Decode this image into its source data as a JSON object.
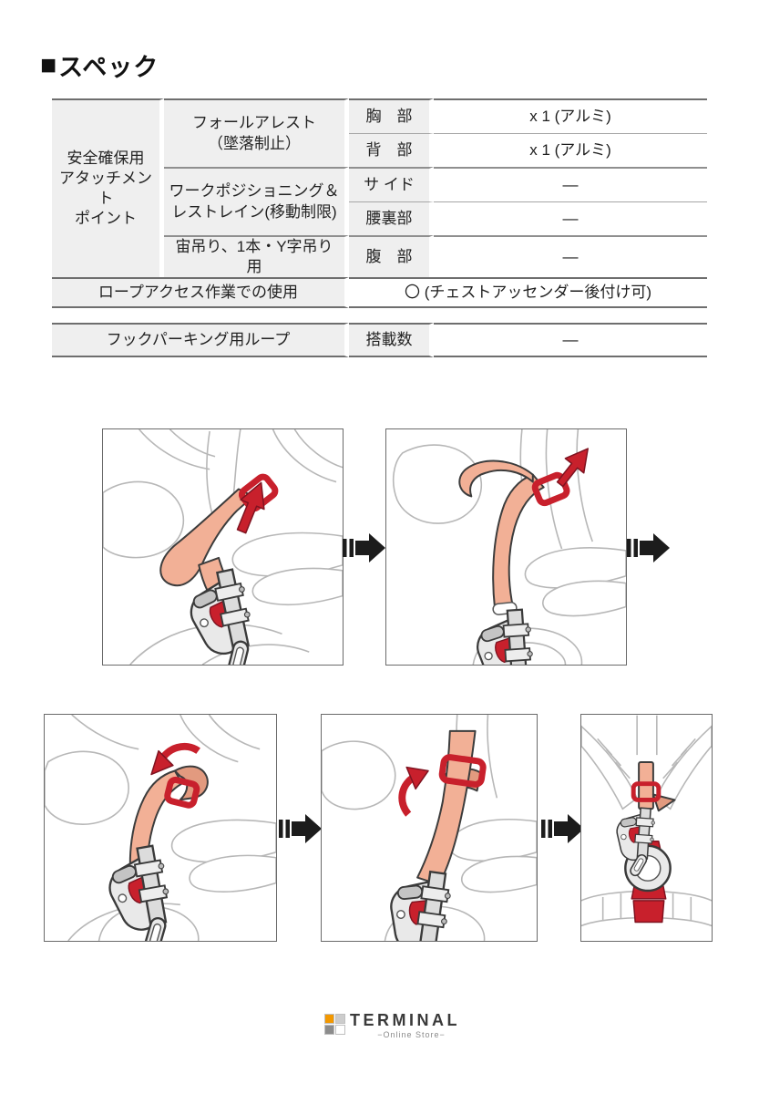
{
  "header": {
    "marker": "■",
    "title": "スペック"
  },
  "spec_table": {
    "group_col1": "安全確保用\nアタッチメント\nポイント",
    "sections": [
      {
        "label": "フォールアレスト\n（墜落制止）",
        "rows": [
          {
            "part": "胸　部",
            "value": "x 1 (アルミ)"
          },
          {
            "part": "背　部",
            "value": "x 1 (アルミ)"
          }
        ]
      },
      {
        "label": "ワークポジショニング＆\nレストレイン(移動制限)",
        "rows": [
          {
            "part": "サ イド",
            "value": "—"
          },
          {
            "part": "腰裏部",
            "value": "—"
          }
        ]
      },
      {
        "label": "宙吊り、1本・Y字吊り用",
        "rows": [
          {
            "part": "腹　部",
            "value": "—"
          }
        ]
      }
    ],
    "rope_access_row": {
      "label": "ロープアクセス作業での使用",
      "value": "〇 (チェストアッセンダー後付け可)"
    }
  },
  "hook_table": {
    "label": "フックパーキング用ループ",
    "part": "搭載数",
    "value": "—"
  },
  "figures": {
    "accent_red": "#c8202c",
    "strap_color": "#f2b096"
  },
  "footer": {
    "brand": "TERMINAL",
    "tagline": "−Online Store−",
    "logo_colors": {
      "top_left": "#f39800",
      "top_right": "#cccccc",
      "bottom_left": "#8c8c8c",
      "bottom_right": "#ffffff"
    }
  }
}
